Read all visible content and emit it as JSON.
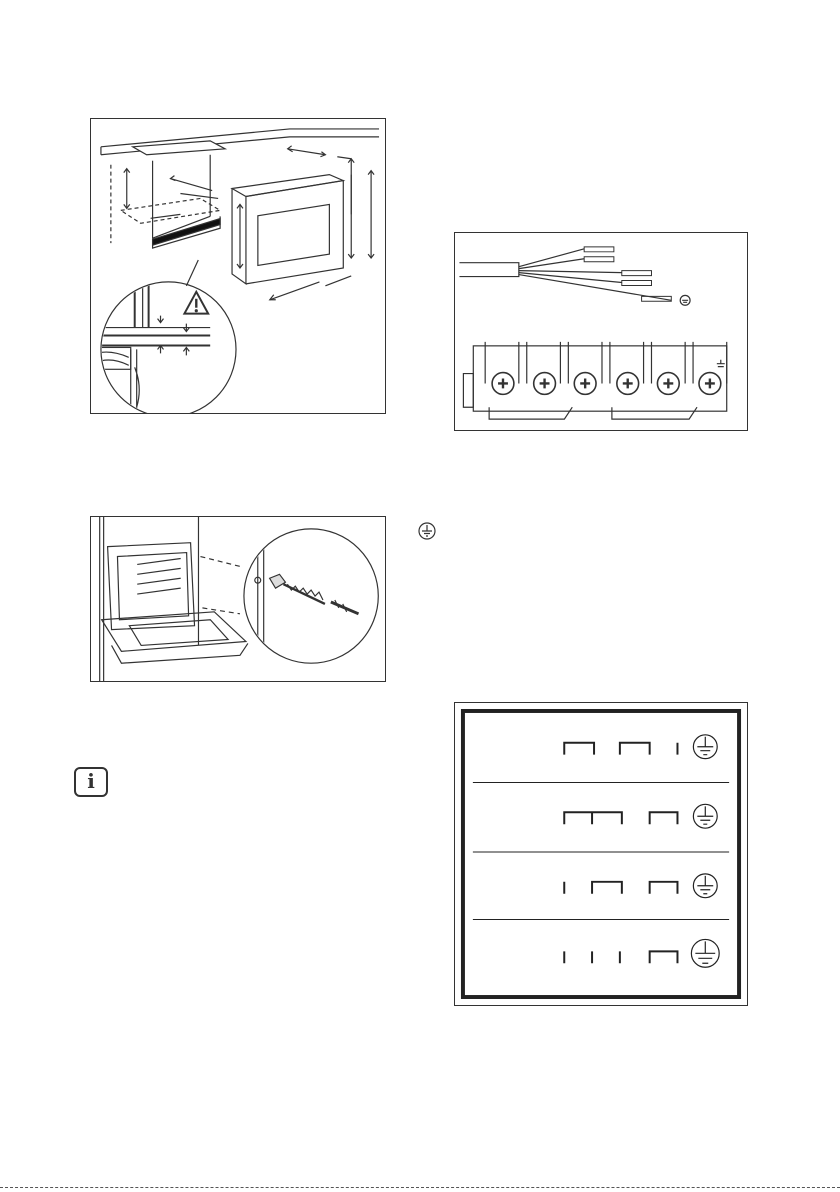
{
  "icons": {
    "info": "info-icon",
    "ground": "ground-icon",
    "warning": "warning-triangle-icon",
    "info_glyph": "i"
  },
  "figures": {
    "install": "built-in-oven-installation-dimensions-figure",
    "screw": "oven-fixing-screw-figure",
    "cable": "cable-and-terminal-block-figure",
    "connection": "terminal-bridge-connection-figure"
  },
  "colors": {
    "line": "#333333",
    "hatch": "#111111"
  }
}
